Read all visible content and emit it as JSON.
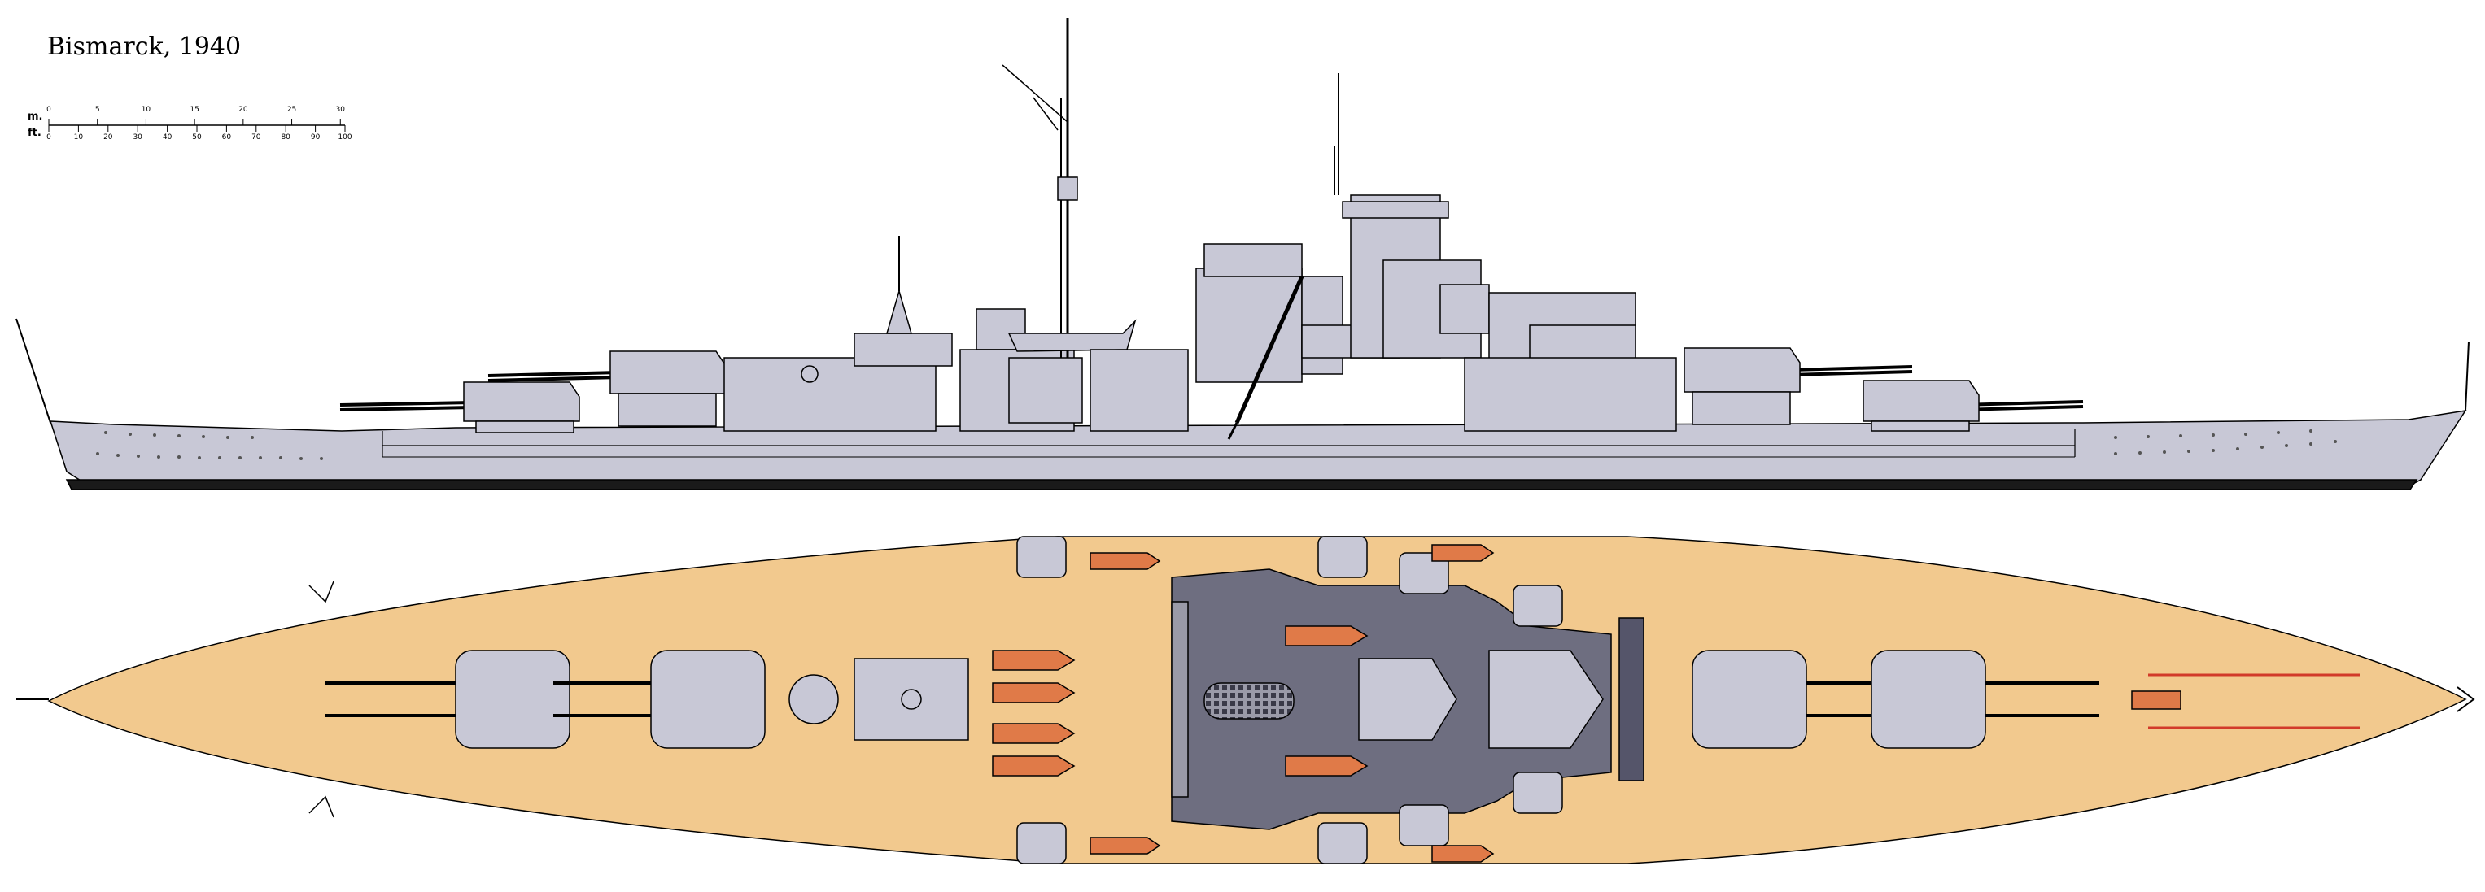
{
  "title": "Bismarck, 1940",
  "scale_bar": {
    "metric_unit": "m.",
    "imperial_unit": "ft.",
    "metric_ticks": [
      "0",
      "5",
      "10",
      "15",
      "20",
      "25",
      "30"
    ],
    "imperial_ticks": [
      "0",
      "10",
      "20",
      "30",
      "40",
      "50",
      "60",
      "70",
      "80",
      "90",
      "100"
    ]
  },
  "colors": {
    "hull_grey": "#c8c8d6",
    "outline": "#000000",
    "teak_deck": "#f2c98e",
    "dark_deck": "#6e6e80",
    "boat_orange": "#e07a48",
    "waterline": "#1a1a1a",
    "swastika_red": "#d23a2a"
  }
}
